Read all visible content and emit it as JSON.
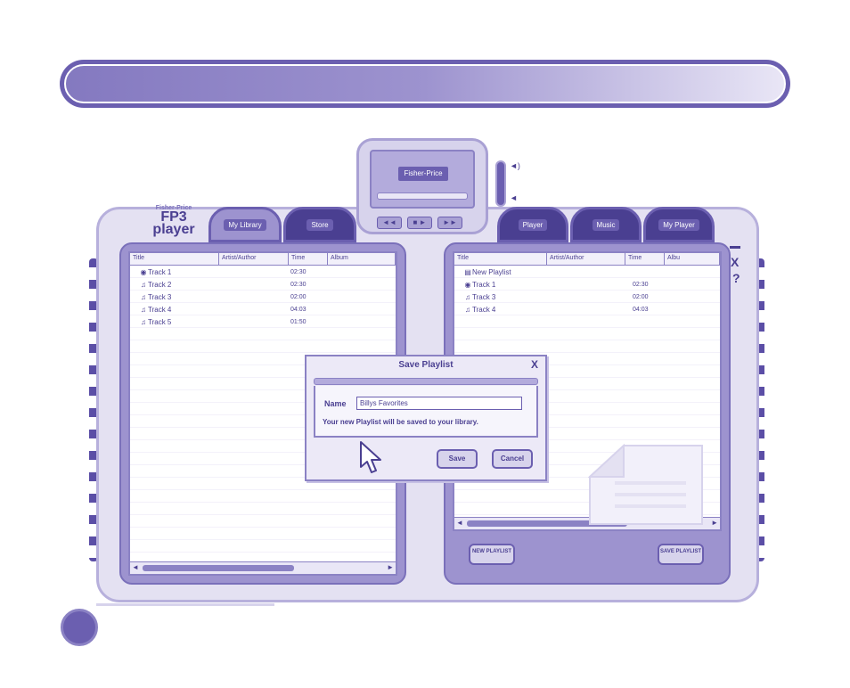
{
  "topbar": {
    "brand": "Fisher-Price",
    "controls": [
      "◄◄",
      "■ ►",
      "►►"
    ]
  },
  "logo": {
    "small": "Fisher-Price",
    "line1": "FP3",
    "line2": "player"
  },
  "tabs": [
    {
      "label": "My Library"
    },
    {
      "label": "Store"
    },
    {
      "label": "Player"
    },
    {
      "label": "Music"
    },
    {
      "label": "My Player"
    }
  ],
  "library": {
    "columns": [
      "Title",
      "Artist/Author",
      "Time",
      "Album"
    ],
    "rows": [
      {
        "title": "Track 1",
        "time": "02:30",
        "icon": "cd-icon"
      },
      {
        "title": "Track 2",
        "time": "02:30",
        "icon": "music-note-icon"
      },
      {
        "title": "Track 3",
        "time": "02:00",
        "icon": "music-note-icon"
      },
      {
        "title": "Track 4",
        "time": "04:03",
        "icon": "music-note-icon"
      },
      {
        "title": "Track 5",
        "time": "01:50",
        "icon": "music-note-icon"
      }
    ]
  },
  "playlist": {
    "columns": [
      "Title",
      "Artist/Author",
      "Time",
      "Albu"
    ],
    "rows": [
      {
        "title": "New Playlist",
        "time": "",
        "icon": "playlist-icon"
      },
      {
        "title": "Track 1",
        "time": "02:30",
        "icon": "cd-icon"
      },
      {
        "title": "Track 3",
        "time": "02:00",
        "icon": "music-note-icon"
      },
      {
        "title": "Track 4",
        "time": "04:03",
        "icon": "music-note-icon"
      }
    ],
    "new_button": "NEW PLAYLIST",
    "save_button": "SAVE PLAYLIST"
  },
  "dialog": {
    "title": "Save Playlist",
    "close": "X",
    "name_label": "Name",
    "name_value": "Billys Favorites",
    "message": "Your new Playlist will be saved to your library.",
    "save": "Save",
    "cancel": "Cancel"
  },
  "side": {
    "close": "X",
    "help": "?"
  },
  "colors": {
    "primary": "#6b5fb0",
    "dark": "#4a3f91",
    "light": "#e4e1f2"
  }
}
